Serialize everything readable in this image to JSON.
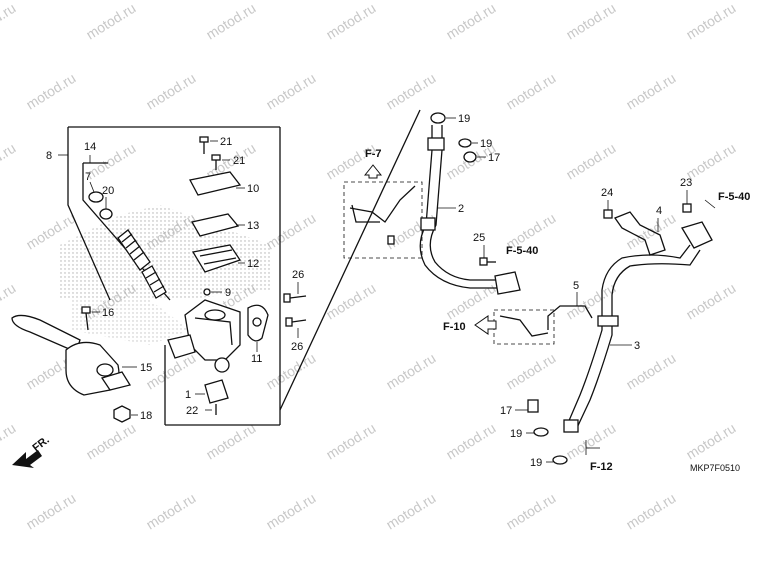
{
  "watermark": "motod.ru",
  "diagram_code": "MKP7F0510",
  "front_marker": "FR.",
  "callouts": [
    {
      "id": "c8",
      "text": "8"
    },
    {
      "id": "c14",
      "text": "14"
    },
    {
      "id": "c7",
      "text": "7"
    },
    {
      "id": "c20",
      "text": "20"
    },
    {
      "id": "c21a",
      "text": "21"
    },
    {
      "id": "c21b",
      "text": "21"
    },
    {
      "id": "c10",
      "text": "10"
    },
    {
      "id": "c13",
      "text": "13"
    },
    {
      "id": "c12",
      "text": "12"
    },
    {
      "id": "c9",
      "text": "9"
    },
    {
      "id": "c16",
      "text": "16"
    },
    {
      "id": "c15",
      "text": "15"
    },
    {
      "id": "c18",
      "text": "18"
    },
    {
      "id": "c1",
      "text": "1"
    },
    {
      "id": "c22",
      "text": "22"
    },
    {
      "id": "c11",
      "text": "11"
    },
    {
      "id": "c26a",
      "text": "26"
    },
    {
      "id": "c26b",
      "text": "26"
    },
    {
      "id": "c19a",
      "text": "19"
    },
    {
      "id": "c19b",
      "text": "19"
    },
    {
      "id": "c17a",
      "text": "17"
    },
    {
      "id": "c2",
      "text": "2"
    },
    {
      "id": "c25",
      "text": "25"
    },
    {
      "id": "c24",
      "text": "24"
    },
    {
      "id": "c23",
      "text": "23"
    },
    {
      "id": "c4",
      "text": "4"
    },
    {
      "id": "c5",
      "text": "5"
    },
    {
      "id": "c3",
      "text": "3"
    },
    {
      "id": "c17b",
      "text": "17"
    },
    {
      "id": "c19c",
      "text": "19"
    },
    {
      "id": "c19d",
      "text": "19"
    }
  ],
  "references": [
    {
      "id": "r_f7",
      "text": "F-7"
    },
    {
      "id": "r_f540a",
      "text": "F-5-40"
    },
    {
      "id": "r_f540b",
      "text": "F-5-40"
    },
    {
      "id": "r_f10",
      "text": "F-10"
    },
    {
      "id": "r_f12",
      "text": "F-12"
    }
  ]
}
